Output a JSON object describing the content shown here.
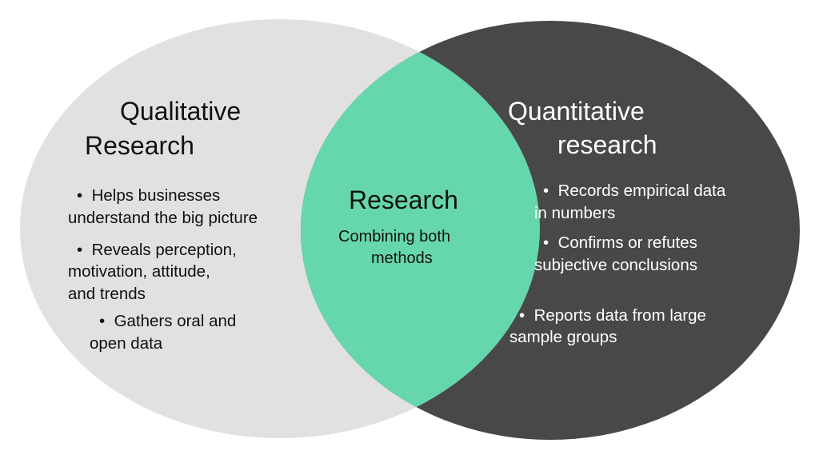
{
  "diagram": {
    "colors": {
      "left_circle": "#e1e1e1",
      "right_circle": "#484848",
      "overlap": "#66d7ac",
      "dark_text": "#111111",
      "light_text": "#ffffff"
    },
    "left": {
      "title_line1": "Qualitative",
      "title_line2": "Research",
      "bullets": [
        {
          "line1": "Helps businesses",
          "line2": "understand the big picture"
        },
        {
          "line1": "Reveals perception,",
          "line2": "motivation, attitude,",
          "line3": "and trends"
        },
        {
          "line1": "Gathers oral and",
          "line2": "open data"
        }
      ]
    },
    "center": {
      "title": "Research",
      "subtitle_line1": "Combining both",
      "subtitle_line2": "methods"
    },
    "right": {
      "title_line1": "Quantitative",
      "title_line2": "research",
      "bullets": [
        {
          "line1": "Records empirical data",
          "line2": "in numbers"
        },
        {
          "line1": "Confirms or refutes",
          "line2": "subjective conclusions"
        },
        {
          "line1": "Reports data from large",
          "line2": "sample groups"
        }
      ]
    }
  }
}
